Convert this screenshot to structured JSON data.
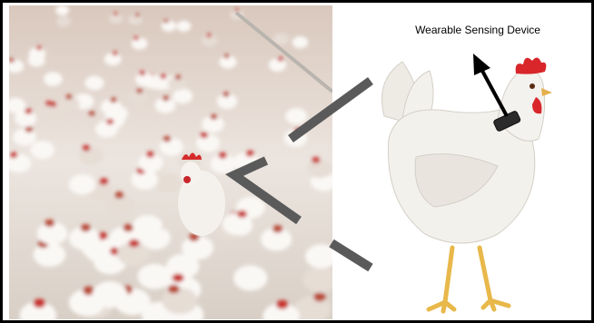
{
  "figure": {
    "label": "Wearable Sensing Device"
  },
  "images": {
    "flock": "flock-of-white-broiler-chickens-photo",
    "hen": "white-hen-wearing-sensor-photo"
  },
  "icons": {
    "pointer": "arrow-up-left-icon",
    "device": "wearable-sensor-device-icon"
  },
  "colors": {
    "border": "#000000",
    "callout": "#5a5a5a",
    "arrow": "#000000",
    "device": "#2b2b2b",
    "feather": "#f3f1ec",
    "comb": "#d8262b",
    "legs": "#e8b84a"
  }
}
